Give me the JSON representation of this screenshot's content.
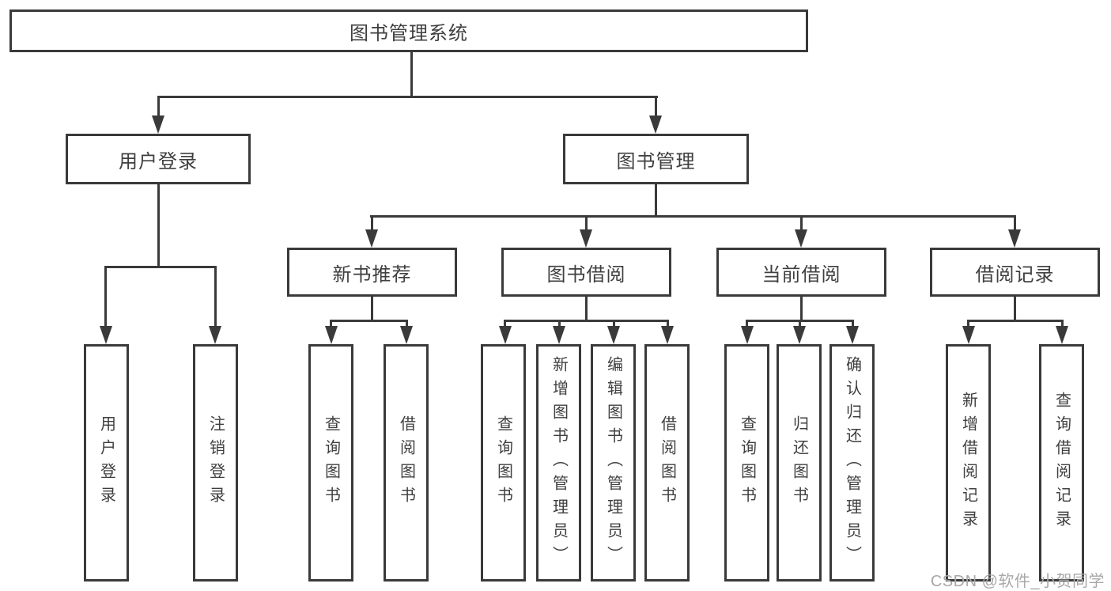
{
  "tree": {
    "root": {
      "label": "图书管理系统"
    },
    "children": [
      {
        "label": "用户登录",
        "children": [
          {
            "label": "用户登录"
          },
          {
            "label": "注销登录"
          }
        ]
      },
      {
        "label": "图书管理",
        "children": [
          {
            "label": "新书推荐",
            "children": [
              {
                "label": "查询图书"
              },
              {
                "label": "借阅图书"
              }
            ]
          },
          {
            "label": "图书借阅",
            "children": [
              {
                "label": "查询图书"
              },
              {
                "label": "新增图书（管理员）"
              },
              {
                "label": "编辑图书（管理员）"
              },
              {
                "label": "借阅图书"
              }
            ]
          },
          {
            "label": "当前借阅",
            "children": [
              {
                "label": "查询图书"
              },
              {
                "label": "归还图书"
              },
              {
                "label": "确认归还（管理员）"
              }
            ]
          },
          {
            "label": "借阅记录",
            "children": [
              {
                "label": "新增借阅记录"
              },
              {
                "label": "查询借阅记录"
              }
            ]
          }
        ]
      }
    ]
  },
  "watermark": {
    "text": "CSDN @软件_小贺同学"
  },
  "colors": {
    "line": "#3a3a3a",
    "box_border": "#3a3a3a",
    "text": "#3f3f3f",
    "watermark_text": "#a8a8a8",
    "background": "#ffffff"
  }
}
